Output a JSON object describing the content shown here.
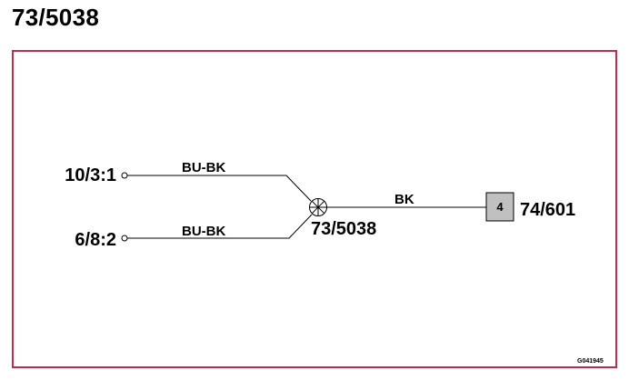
{
  "page": {
    "title": "73/5038"
  },
  "diagram": {
    "border_color": "#c8284a",
    "terminals": [
      {
        "label": "10/3:1"
      },
      {
        "label": "6/8:2"
      }
    ],
    "wires": [
      {
        "label": "BU-BK"
      },
      {
        "label": "BU-BK"
      },
      {
        "label": "BK"
      }
    ],
    "splice": {
      "label": "73/5038"
    },
    "connector": {
      "label": "74/601",
      "pin": "4",
      "fill": "#c0c0c0"
    },
    "figure_code": "G041945"
  }
}
